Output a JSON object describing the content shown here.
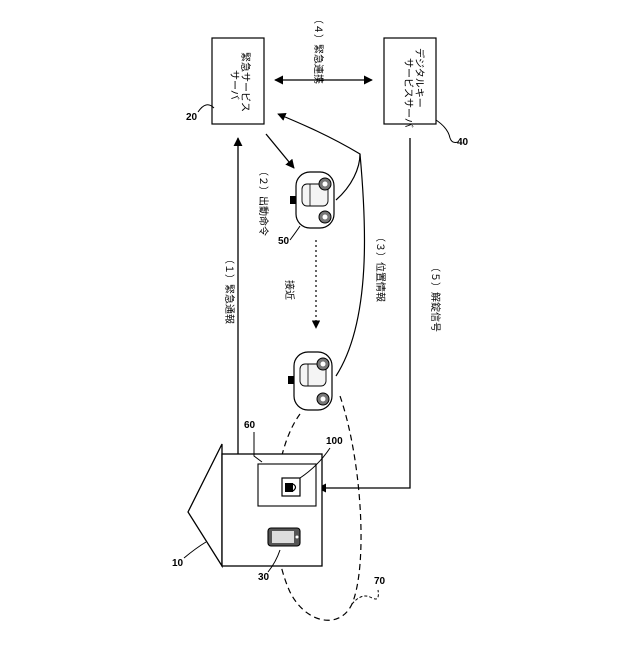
{
  "nodes": {
    "emergency_server": {
      "line1": "緊急サービス",
      "line2": "サーバ",
      "ref": "20"
    },
    "digital_key_server": {
      "line1": "デジタルキー",
      "line2": "サービスサーバ",
      "ref": "40"
    },
    "emergency_vehicle": {
      "ref": "50"
    },
    "house": {
      "ref": "10"
    },
    "smartphone": {
      "ref": "30"
    },
    "room": {
      "ref": "60"
    },
    "lock_device": {
      "ref": "100"
    },
    "range_area": {
      "ref": "70"
    }
  },
  "edges": {
    "e1": "（１）緊急通報",
    "e2": "（２）出動命令",
    "e3": "（３）位置情報",
    "e4": "（４）緊急連携",
    "e5": "（５）解錠信号",
    "approach": "接近"
  }
}
